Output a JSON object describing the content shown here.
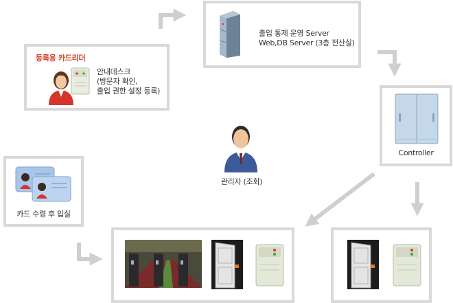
{
  "reader_box": {
    "title": "등록용 카드리더",
    "desk_lines": [
      "안내데스크",
      "(방문자 확인,",
      "출입 권한 설정 등록)"
    ]
  },
  "server_box": {
    "lines": [
      "출입 통제 운영 Server",
      "Web,DB Server (3층 전산실)"
    ]
  },
  "controller_box": {
    "label": "Controller"
  },
  "manager": {
    "label": "관리자 (조회)"
  },
  "card_box": {
    "label": "카드 수령 후 입실"
  },
  "colors": {
    "border": "#d9d9d9",
    "arrow": "#cfcfcf",
    "title_red": "#d2462a",
    "card_blue": "#a9c6e8"
  }
}
